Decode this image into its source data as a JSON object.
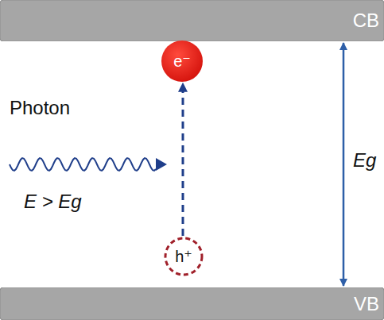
{
  "diagram": {
    "nodes": [
      {
        "text": [
          "CB"
        ]
      },
      {
        "text": [
          "e⁻"
        ]
      },
      {
        "text": [
          "h⁺"
        ]
      },
      {
        "text": [
          "VB"
        ]
      }
    ],
    "edges": [
      {
        "from": 2,
        "to": 1,
        "arrow": "to"
      },
      {
        "from": 3,
        "to": 0,
        "arrow": "both",
        "label": "Eg"
      }
    ],
    "labels": [
      "Photon",
      "E > Eg"
    ]
  }
}
